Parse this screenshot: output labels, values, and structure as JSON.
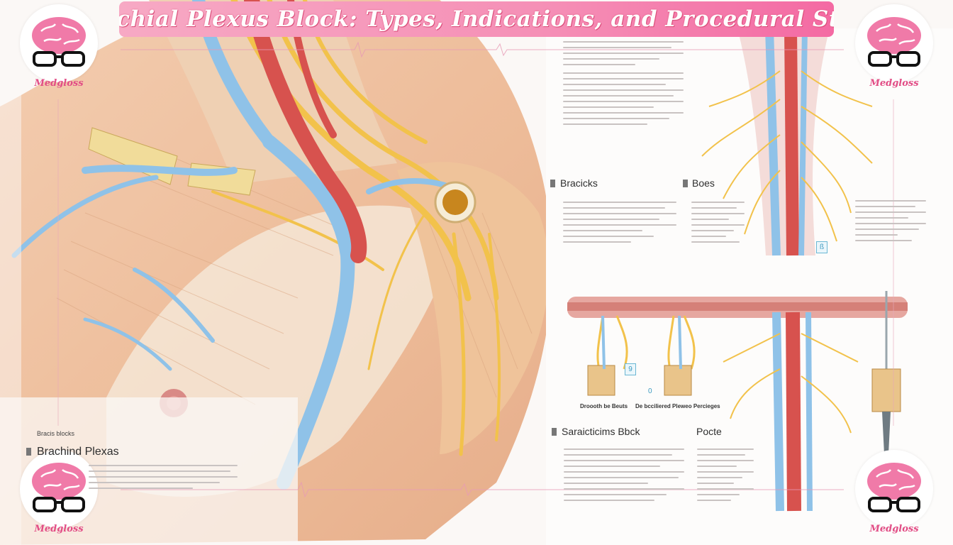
{
  "title": "Brachial Plexus Block: Types, Indications, and Procedural Steps",
  "brand": "Medgloss",
  "panels": {
    "left_small_label": "Bracis blocks",
    "left_heading": "Brachind Plexas",
    "top_left_heading": "Bracicks",
    "top_right_heading": "Boes",
    "caption_one": "Droooth be Beuts",
    "caption_two": "De bcciliered Pleweo Percieges",
    "bottom_left_heading": "Saraicticims Bbck",
    "bottom_right_heading": "Pocte",
    "badge_one": "ß",
    "badge_two": "9",
    "badge_three": "0"
  },
  "icons": [
    "brain-logo-icon",
    "glasses-icon"
  ],
  "colors": {
    "title_bar_start": "#f7a9c4",
    "title_bar_end": "#f46aa3",
    "brain": "#f07aa8",
    "brand_text": "#e24d86",
    "nerve": "#f2c24b",
    "vein": "#8fc2e8",
    "artery": "#d7524e"
  }
}
